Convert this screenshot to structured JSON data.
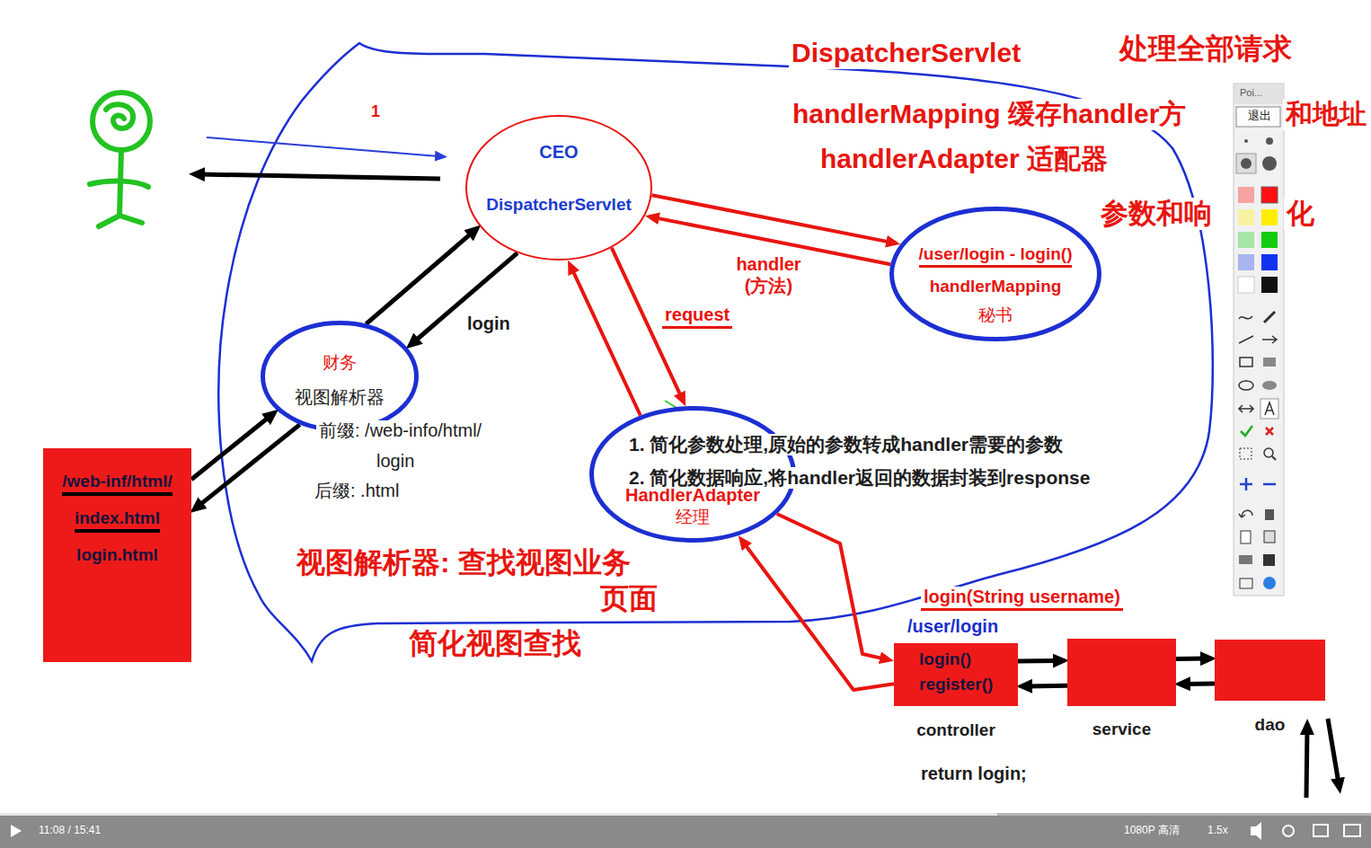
{
  "diagram": {
    "nodes": [
      {
        "text": [
          "CEO",
          "DispatcherServlet"
        ]
      },
      {
        "text": [
          "/user/login - login()",
          "handlerMapping",
          "秘书"
        ]
      },
      {
        "text": [
          "财务",
          "视图解析器"
        ]
      },
      {
        "text": [
          "HandlerAdapter",
          "经理"
        ]
      },
      {
        "text": [
          "/web-inf/html/",
          "index.html",
          "login.html"
        ]
      },
      {
        "text": [
          "login()",
          "register()",
          "controller"
        ]
      },
      {
        "text": [
          "service"
        ]
      },
      {
        "text": [
          "dao"
        ]
      }
    ],
    "edges": [
      {
        "from": 0,
        "to": 1,
        "arrow": "to"
      },
      {
        "from": 1,
        "to": 0,
        "label": "handler (方法)",
        "arrow": "to"
      },
      {
        "from": 0,
        "to": 3,
        "label": "request",
        "arrow": "to"
      },
      {
        "from": 3,
        "to": 0,
        "arrow": "to"
      },
      {
        "from": 0,
        "to": 2,
        "label": "login",
        "arrow": "to"
      },
      {
        "from": 2,
        "to": 0,
        "arrow": "to"
      },
      {
        "from": 2,
        "to": 4,
        "arrow": "to"
      },
      {
        "from": 4,
        "to": 2,
        "arrow": "to"
      },
      {
        "from": 3,
        "to": 5,
        "arrow": "to"
      },
      {
        "from": 5,
        "to": 3,
        "arrow": "to"
      },
      {
        "from": 5,
        "to": 6,
        "arrow": "to"
      },
      {
        "from": 6,
        "to": 5,
        "arrow": "to"
      },
      {
        "from": 6,
        "to": 7,
        "arrow": "to"
      },
      {
        "from": 7,
        "to": 6,
        "arrow": "to"
      }
    ],
    "labels": [
      "1",
      "DispatcherServlet",
      "处理全部请求",
      "handlerMapping 缓存handler方",
      "和地址",
      "handlerAdapter 适配器",
      "参数和响",
      "化",
      "前缀: /web-info/html/",
      "login",
      "后缀: .html",
      "视图解析器: 查找视图业务",
      "页面",
      "简化视图查找",
      "1. 简化参数处理,原始的参数转成handler需要的参数",
      "2. 简化数据响应,将handler返回的数据封装到response",
      "login(String username)",
      "/user/login",
      "return login;",
      "Poi...",
      "退出",
      "11:08 / 15:41",
      "1080P 高清",
      "1.5x"
    ]
  }
}
